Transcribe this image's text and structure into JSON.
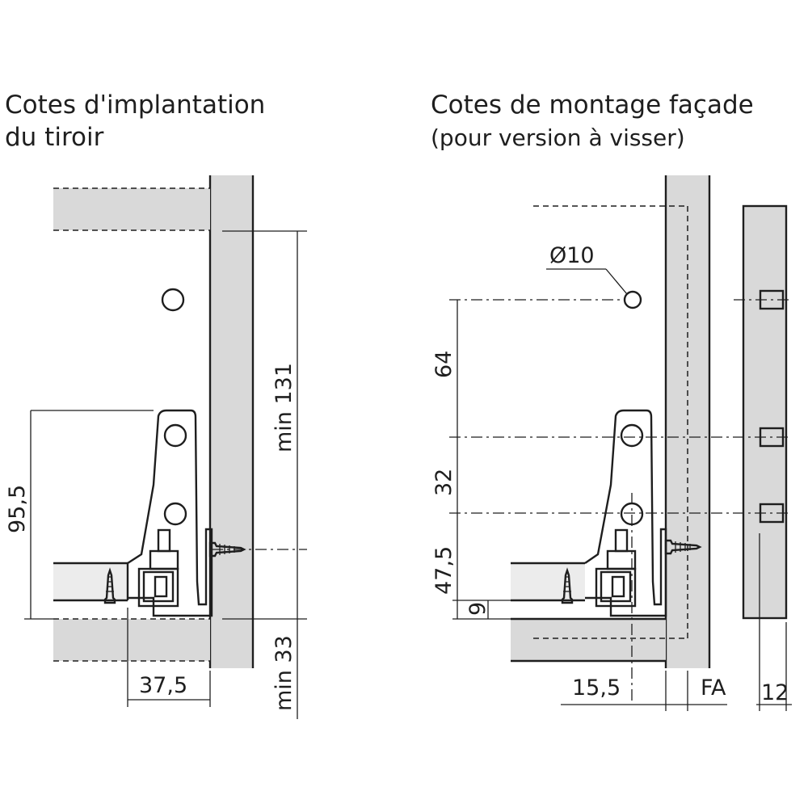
{
  "left": {
    "title_line1": "Cotes d'implantation",
    "title_line2": "du tiroir",
    "dims": {
      "height": "95,5",
      "top_clearance": "min 131",
      "bottom_clearance": "min 33",
      "depth": "37,5"
    }
  },
  "right": {
    "title": "Cotes de montage façade",
    "subtitle": "(pour version à visser)",
    "dims": {
      "hole_diameter": "Ø10",
      "d64": "64",
      "d32": "32",
      "d47": "47,5",
      "d9": "9",
      "d15": "15,5",
      "fa": "FA",
      "d12": "12"
    }
  },
  "colors": {
    "panel_fill": "#d9d9d9",
    "line": "#1e1e1e"
  }
}
